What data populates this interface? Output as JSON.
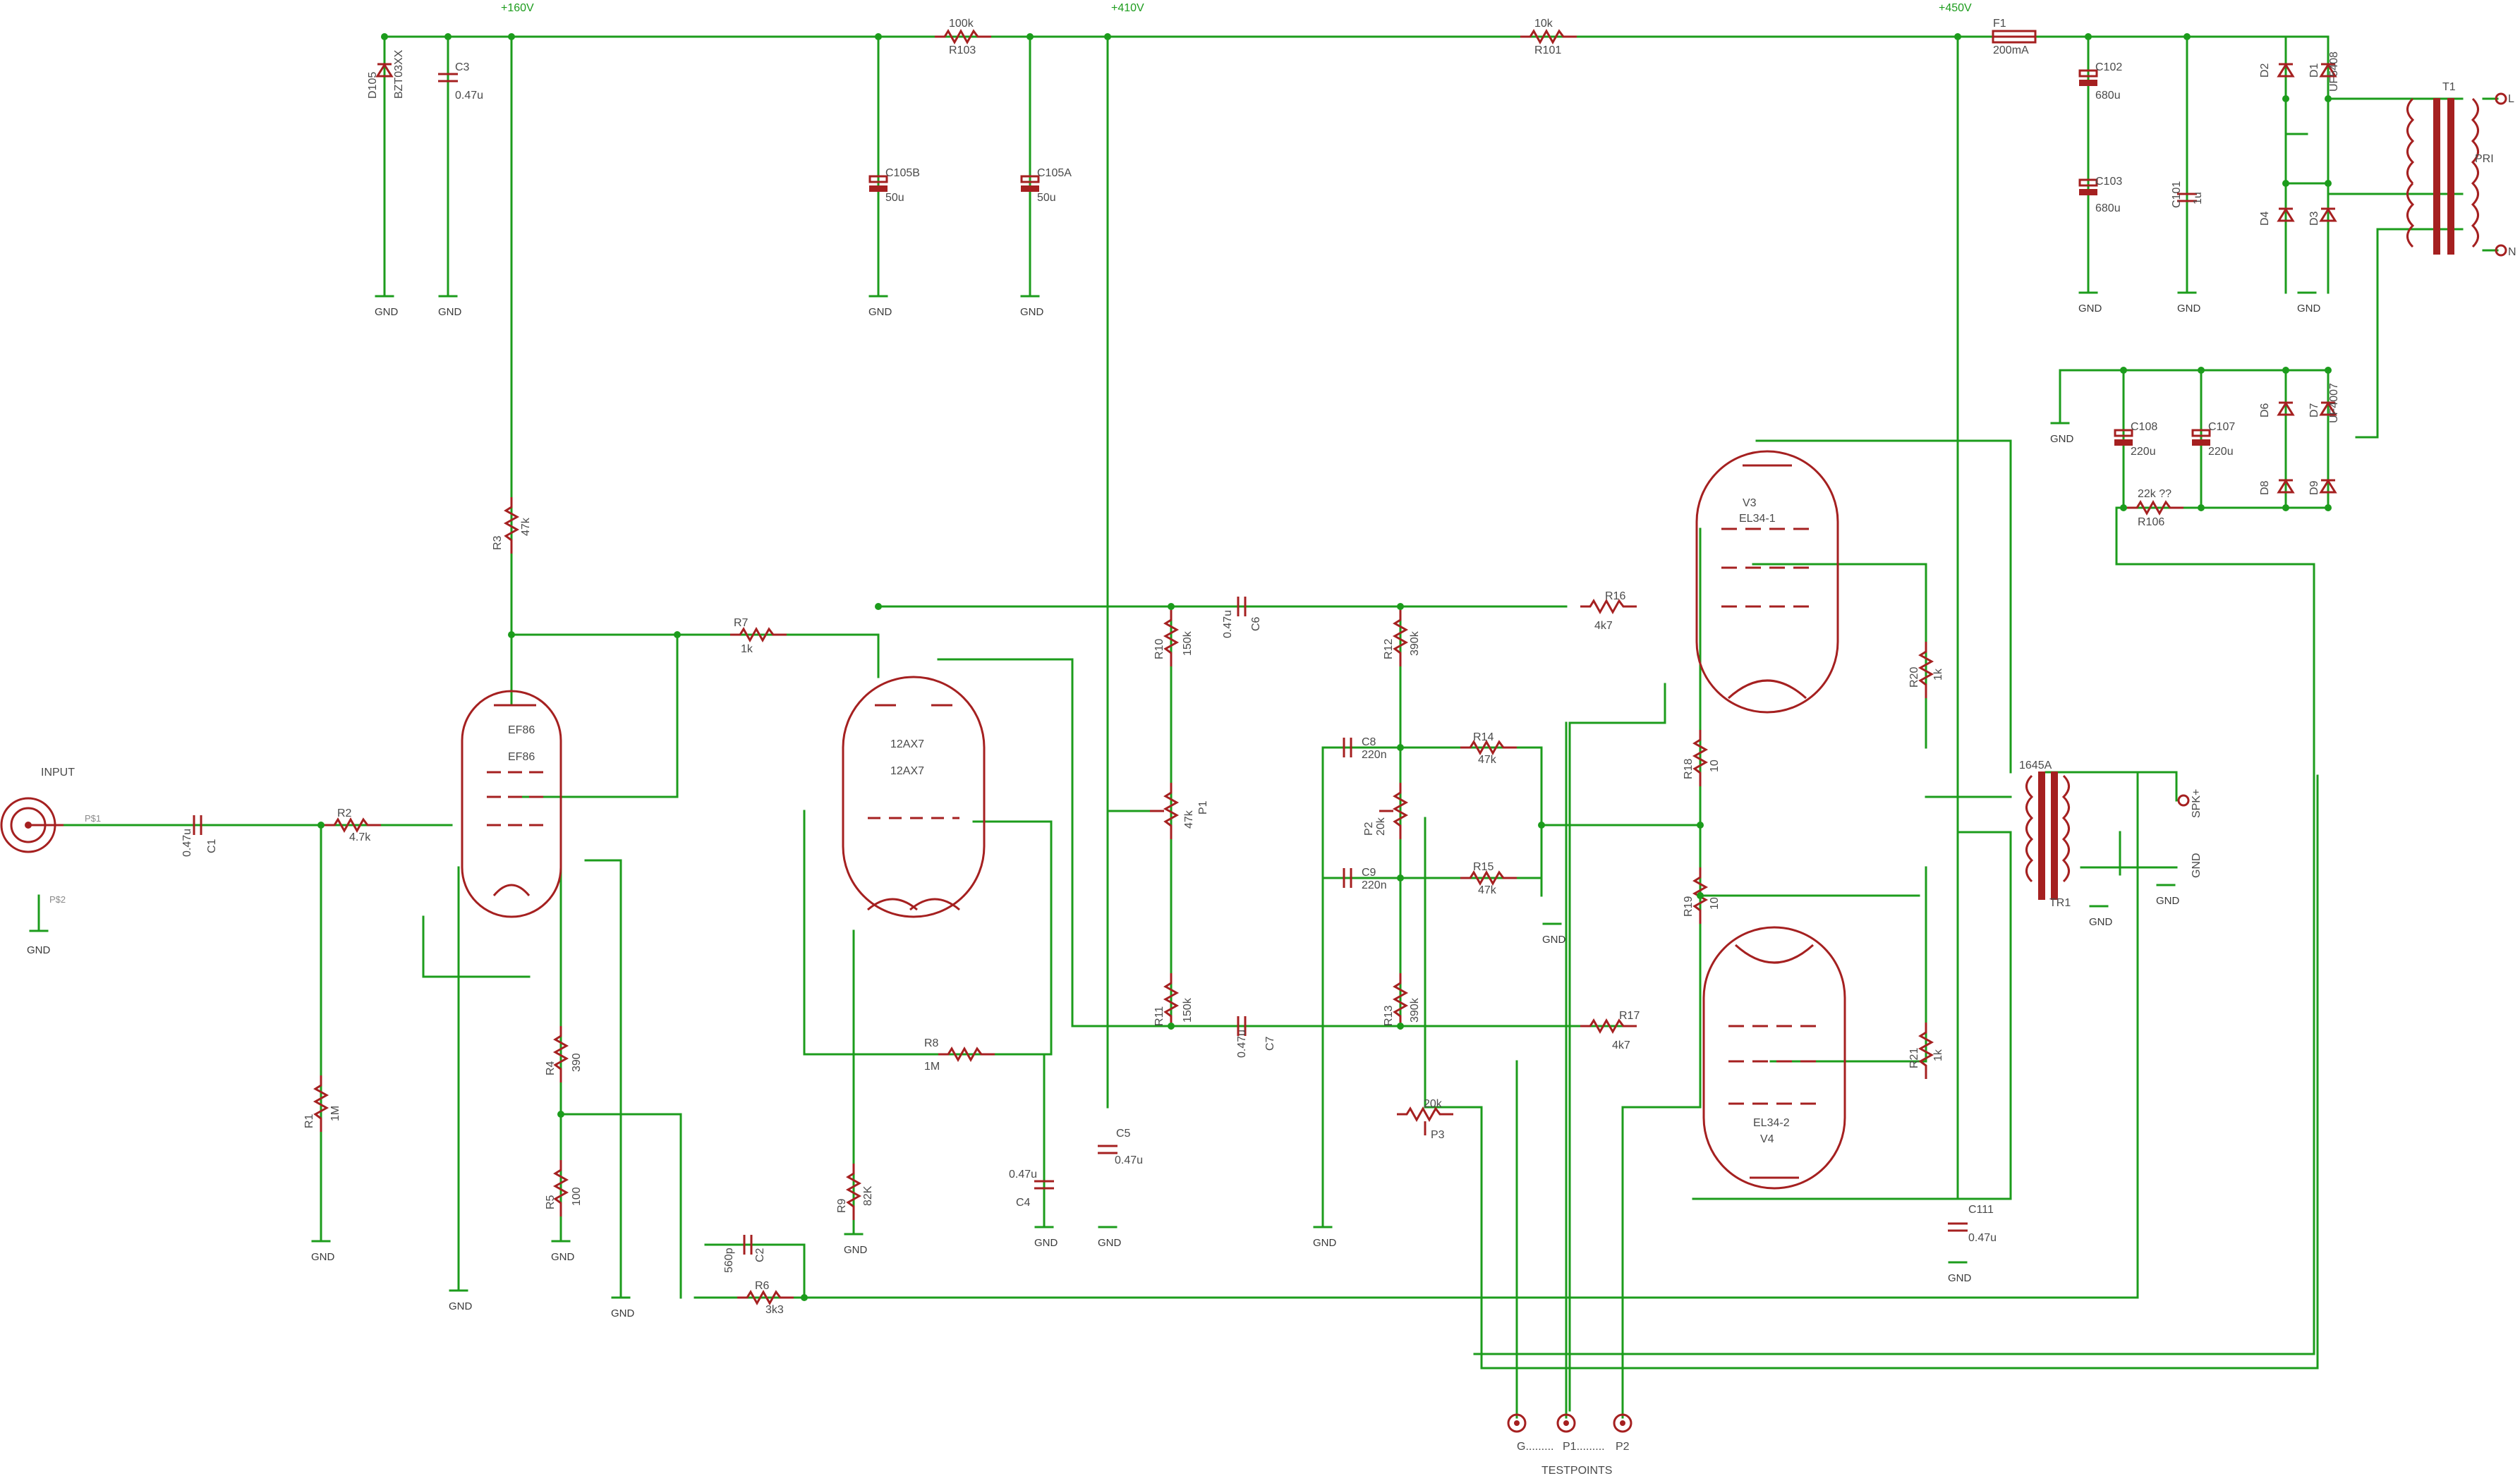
{
  "rails": {
    "r160": "+160V",
    "r410": "+410V",
    "r450": "+450V"
  },
  "input": {
    "label": "INPUT"
  },
  "gnd": "GND",
  "tubes": {
    "v1": {
      "name": "EF86",
      "value": "EF86"
    },
    "v2": {
      "name": "12AX7",
      "value": "12AX7"
    },
    "v3": {
      "name": "V3",
      "value": "EL34-1"
    },
    "v4": {
      "name": "V4",
      "value": "EL34-2"
    }
  },
  "resistors": {
    "r1": {
      "name": "R1",
      "value": "1M"
    },
    "r2": {
      "name": "R2",
      "value": "4.7k"
    },
    "r3": {
      "name": "R3",
      "value": "47k"
    },
    "r4": {
      "name": "R4",
      "value": "390"
    },
    "r5": {
      "name": "R5",
      "value": "100"
    },
    "r6": {
      "name": "R6",
      "value": "3k3"
    },
    "r7": {
      "name": "R7",
      "value": "1k"
    },
    "r8": {
      "name": "R8",
      "value": "1M"
    },
    "r9": {
      "name": "R9",
      "value": "82K"
    },
    "r10": {
      "name": "R10",
      "value": "150k"
    },
    "r11": {
      "name": "R11",
      "value": "150k"
    },
    "r12": {
      "name": "R12",
      "value": "390k"
    },
    "r13": {
      "name": "R13",
      "value": "390k"
    },
    "r14": {
      "name": "R14",
      "value": "47k"
    },
    "r15": {
      "name": "R15",
      "value": "47k"
    },
    "r16": {
      "name": "R16",
      "value": "4k7"
    },
    "r17": {
      "name": "R17",
      "value": "4k7"
    },
    "r18": {
      "name": "R18",
      "value": "10"
    },
    "r19": {
      "name": "R19",
      "value": "10"
    },
    "r20": {
      "name": "R20",
      "value": "1k"
    },
    "r21": {
      "name": "R21",
      "value": "1k"
    },
    "r101": {
      "name": "R101",
      "value": "10k"
    },
    "r103": {
      "name": "R103",
      "value": "100k"
    },
    "r106": {
      "name": "R106",
      "value": "22k ??"
    }
  },
  "capacitors": {
    "c1": {
      "name": "C1",
      "value": "0.47u"
    },
    "c2": {
      "name": "C2",
      "value": "560p"
    },
    "c3": {
      "name": "C3",
      "value": "0.47u"
    },
    "c4": {
      "name": "C4",
      "value": "0.47u"
    },
    "c5": {
      "name": "C5",
      "value": "0.47u"
    },
    "c6": {
      "name": "C6",
      "value": "0.47u"
    },
    "c7": {
      "name": "C7",
      "value": "0.47u"
    },
    "c8": {
      "name": "C8",
      "value": "220n"
    },
    "c9": {
      "name": "C9",
      "value": "220n"
    },
    "c101": {
      "name": "C101",
      "value": "1u"
    },
    "c102": {
      "name": "C102",
      "value": "680u"
    },
    "c103": {
      "name": "C103",
      "value": "680u"
    },
    "c105a": {
      "name": "C105A",
      "value": "50u"
    },
    "c105b": {
      "name": "C105B",
      "value": "50u"
    },
    "c107": {
      "name": "C107",
      "value": "220u"
    },
    "c108": {
      "name": "C108",
      "value": "220u"
    },
    "c111": {
      "name": "C111",
      "value": "0.47u"
    }
  },
  "pots": {
    "p1": {
      "name": "P1",
      "value": "47k"
    },
    "p2": {
      "name": "P2",
      "value": "20k"
    },
    "p3": {
      "name": "P3",
      "value": "20k"
    }
  },
  "diodes": {
    "d105": {
      "name": "D105",
      "value": "BZT03XX"
    },
    "d1": "D1",
    "d2": "D2",
    "d3": "D3",
    "d4": "D4",
    "d6": "D6",
    "d7": "D7",
    "d8": "D8",
    "d9": "D9",
    "uf5408": "UF5408",
    "uf4007": "UF4007"
  },
  "fuse": {
    "name": "F1",
    "value": "200mA"
  },
  "transformers": {
    "t1": {
      "name": "T1",
      "pri": "PRI",
      "l": "L",
      "n": "N"
    },
    "tr1": {
      "name": "TR1",
      "value": "1645A"
    }
  },
  "outputs": {
    "spk": "SPK+",
    "gnd": "GND"
  },
  "testpoints": {
    "g": "G.........",
    "p1": "P1.........",
    "p2": "P2",
    "title": "TESTPOINTS"
  }
}
